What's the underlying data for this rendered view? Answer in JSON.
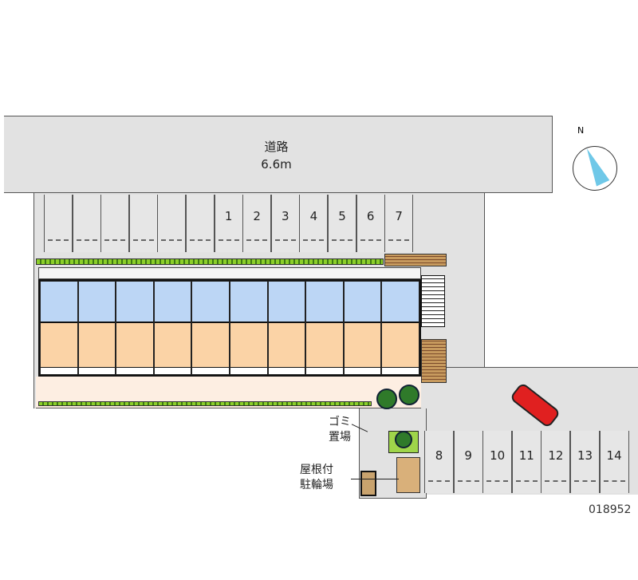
{
  "road": {
    "label": "道路",
    "width": "6.6m"
  },
  "parking_top": [
    "",
    "",
    "",
    "",
    "",
    "",
    "1",
    "2",
    "3",
    "4",
    "5",
    "6",
    "7"
  ],
  "parking_bottom": [
    "8",
    "9",
    "10",
    "11",
    "12",
    "13",
    "14"
  ],
  "labels": {
    "garbage": "ゴミ\n置場",
    "garbage_l1": "ゴミ",
    "garbage_l2": "置場",
    "bike_l1": "屋根付",
    "bike_l2": "駐輪場"
  },
  "compass": {
    "north": "N"
  },
  "property_id": "018952",
  "units": 10,
  "colors": {
    "lot": "#e2e2e2",
    "room_blue": "#bcd6f5",
    "room_orange": "#fbd3a6",
    "car": "#e02020"
  }
}
